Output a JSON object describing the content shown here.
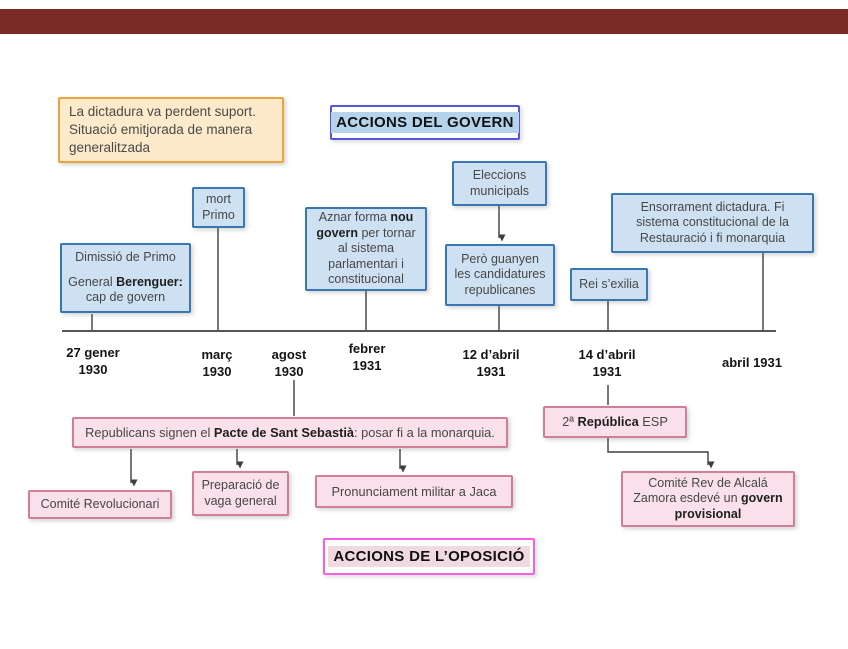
{
  "palette": {
    "banner": "#7a2b26",
    "blue_fill": "#cee1f2",
    "blue_border": "#3a76af",
    "pink_fill": "#f9e0ea",
    "pink_border": "#cf7f96",
    "orange_fill": "#fdeacb",
    "orange_border": "#e9a43f",
    "govern_title_border": "#5557d6",
    "govern_highlight": "#b5d3ea",
    "oposicio_title_border": "#f75fe1",
    "oposicio_highlight": "#f0d9e1",
    "connector": "#3e3e3e"
  },
  "note": {
    "text": "La dictadura va perdent suport.\nSituació emitjorada de manera\ngeneralitzada"
  },
  "titles": {
    "govern": "ACCIONS DEL GOVERN",
    "oposicio": "ACCIONS DE L’OPOSICIÓ"
  },
  "govern_boxes": {
    "dimissio": {
      "line1": "Dimissió de Primo",
      "line2_pre": "General ",
      "line2_bold": "Berenguer:",
      "line3": "cap de govern"
    },
    "mort": {
      "text": "mort\nPrimo"
    },
    "aznar": {
      "pre": "Aznar forma ",
      "bold": "nou govern",
      "post": " per tornar al sistema parlamentari i constitucional"
    },
    "eleccions": {
      "text": "Eleccions\nmunicipals"
    },
    "pero": {
      "text": "Però guanyen\nles candidatures\nrepublicanes"
    },
    "rei": {
      "text": "Rei s’exilia"
    },
    "ensorrament": {
      "text": "Ensorrament dictadura. Fi\nsistema constitucional de la\nRestauració i fi monarquia"
    }
  },
  "timeline_dates": [
    {
      "label": "27 gener\n1930"
    },
    {
      "label": "març\n1930"
    },
    {
      "label": "agost\n1930"
    },
    {
      "label": "febrer\n1931"
    },
    {
      "label": "12 d’abril\n1931"
    },
    {
      "label": "14 d’abril\n1931"
    },
    {
      "label": "abril 1931"
    }
  ],
  "oposicio_boxes": {
    "pacte": {
      "pre": "Republicans signen el ",
      "bold": "Pacte de Sant Sebastià",
      "post": ": posar fi a la monarquia."
    },
    "comite_rev": {
      "text": "Comité Revolucionari"
    },
    "vaga": {
      "text": "Preparació de\nvaga general"
    },
    "jaca": {
      "text": "Pronunciament militar a Jaca"
    },
    "republica": {
      "pre": "2ª ",
      "bold": "República",
      "post": " ESP"
    },
    "comite_prov": {
      "pre": "Comité Rev de Alcalá Zamora esdevé un ",
      "bold": "govern provisional"
    }
  }
}
